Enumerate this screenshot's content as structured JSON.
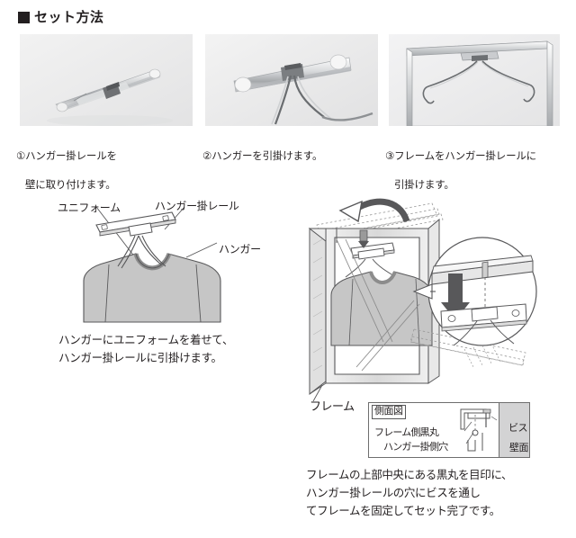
{
  "heading": {
    "marker": "square-marker",
    "title": "セット方法"
  },
  "steps": [
    {
      "photo_name": "hanger-rail-on-wall-photo",
      "caption_line1": "①ハンガー掛レールを",
      "caption_line2": "壁に取り付けます。"
    },
    {
      "photo_name": "hanger-hooked-on-rail-photo",
      "caption_line1": "②ハンガーを引掛けます。",
      "caption_line2": ""
    },
    {
      "photo_name": "frame-hooked-on-rail-photo",
      "caption_line1": "③フレームをハンガー掛レールに",
      "caption_line2": "引掛けます。"
    }
  ],
  "left_diagram": {
    "label_uniform": "ユニフォーム",
    "label_rail": "ハンガー掛レール",
    "label_hanger": "ハンガー",
    "caption_line1": "ハンガーにユニフォームを着せて、",
    "caption_line2": "ハンガー掛レールに引掛けます。"
  },
  "right_diagram": {
    "label_frame": "フレーム",
    "side_view": {
      "tag": "側面図",
      "label_screw": "ビス",
      "label_wall": "壁面",
      "label_frame_black_dot": "フレーム側黒丸",
      "label_hanger_side_hole": "ハンガー掛側穴"
    },
    "caption_line1": "フレームの上部中央にある黒丸を目印に、",
    "caption_line2": "ハンガー掛レールの穴にビスを通し",
    "caption_line3": "てフレームを固定してセット完了です。"
  },
  "colors": {
    "ink": "#231f20",
    "line": "#58585a",
    "photo_bg": "#ececed",
    "shirt_fill": "#c6c6c6",
    "wall_fill": "#d3d3d4"
  }
}
